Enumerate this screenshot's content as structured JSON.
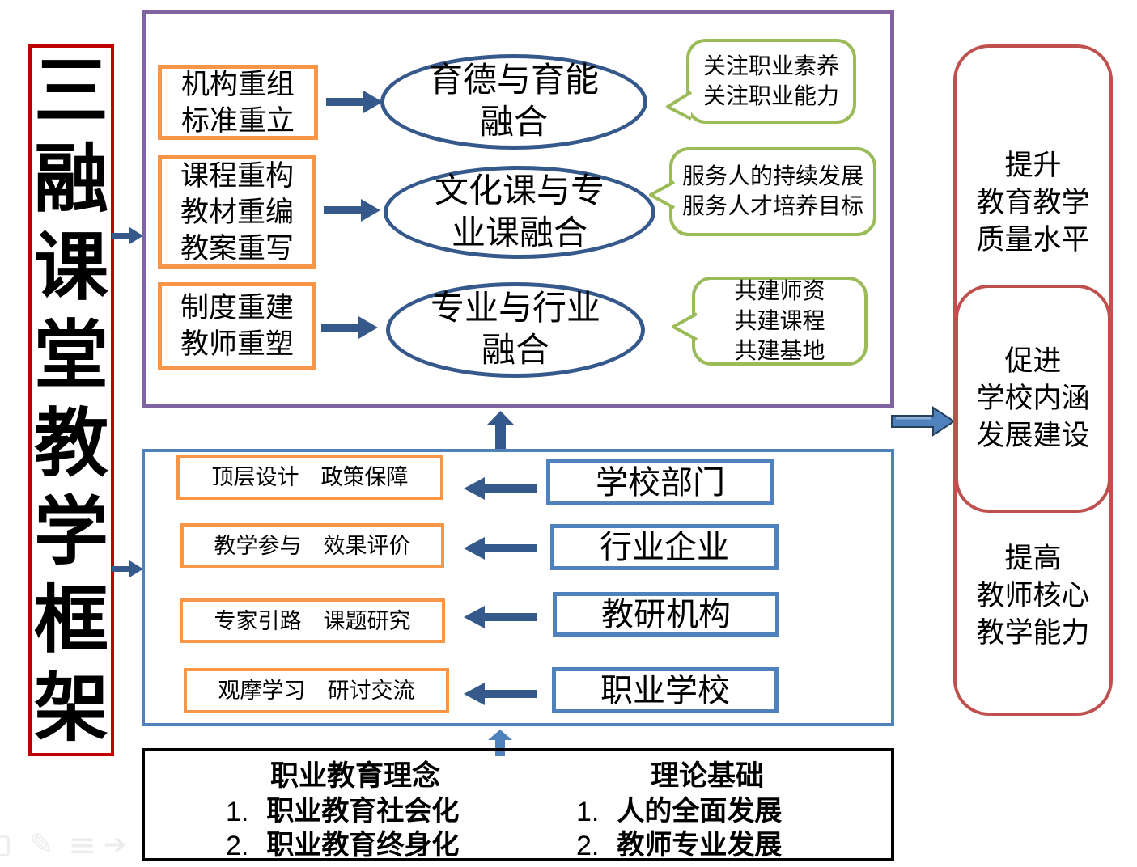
{
  "title": "三融课堂教学框架",
  "colors": {
    "title_border_red": "#C00000",
    "panel_purple": "#8064A2",
    "panel_blue": "#4F81BD",
    "box_orange": "#F79646",
    "ellipse_border_blue": "#36598C",
    "bubble_green": "#9BBB59",
    "outcome_red": "#C0504D",
    "arrow_dark_blue": "#36598C",
    "arrow_medium_blue": "#4F81BD",
    "foundation_border_black": "#000000"
  },
  "purple": {
    "rows": [
      {
        "box": [
          "机构重组",
          "标准重立"
        ],
        "ellipse": [
          "育德与育能",
          "融合"
        ],
        "bubble": [
          "关注职业素养",
          "关注职业能力"
        ]
      },
      {
        "box": [
          "课程重构",
          "教材重编",
          "教案重写"
        ],
        "ellipse": [
          "文化课与专",
          "业课融合"
        ],
        "bubble": [
          "服务人的持续发展",
          "服务人才培养目标"
        ]
      },
      {
        "box": [
          "制度重建",
          "教师重塑"
        ],
        "ellipse": [
          "专业与行业",
          "融合"
        ],
        "bubble": [
          "共建师资",
          "共建课程",
          "共建基地"
        ]
      }
    ]
  },
  "blue": {
    "rows": [
      {
        "measure": "顶层设计　政策保障",
        "source": "学校部门"
      },
      {
        "measure": "教学参与　效果评价",
        "source": "行业企业"
      },
      {
        "measure": "专家引路　课题研究",
        "source": "教研机构"
      },
      {
        "measure": "观摩学习　研讨交流",
        "source": "职业学校"
      }
    ]
  },
  "foundation": {
    "left": {
      "header": "职业教育理念",
      "items": [
        {
          "num": "1.",
          "text": "职业教育社会化"
        },
        {
          "num": "2.",
          "text": "职业教育终身化"
        }
      ]
    },
    "right": {
      "header": "理论基础",
      "items": [
        {
          "num": "1.",
          "text": "人的全面发展"
        },
        {
          "num": "2.",
          "text": "教师专业发展"
        }
      ]
    }
  },
  "outcomes": {
    "top": [
      "提升",
      "教育教学",
      "质量水平"
    ],
    "middle": [
      "促进",
      "学校内涵",
      "发展建设"
    ],
    "bottom": [
      "提高",
      "教师核心",
      "教学能力"
    ]
  },
  "toolbar": {
    "pen": "✎",
    "menu": "≡",
    "next": "➔"
  }
}
